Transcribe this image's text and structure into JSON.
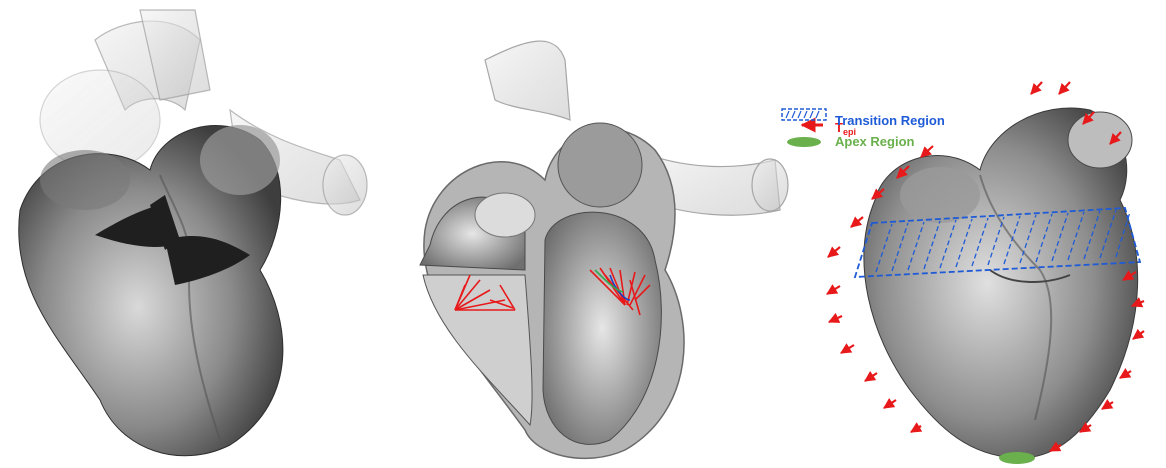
{
  "legend": {
    "epicardial_traction": {
      "label": "T",
      "subscript": "epi",
      "color": "#e8191a"
    },
    "transition_region": {
      "label": "Transition Region",
      "color": "#1f5bd6"
    },
    "apex_region": {
      "label": "Apex Region",
      "color": "#6ab04c"
    }
  },
  "colors": {
    "tissue_dark": "#4a4a4a",
    "tissue_light": "#bdbdbd",
    "cut_surface": "#b8b8b8",
    "chordae": "#e8191a"
  }
}
